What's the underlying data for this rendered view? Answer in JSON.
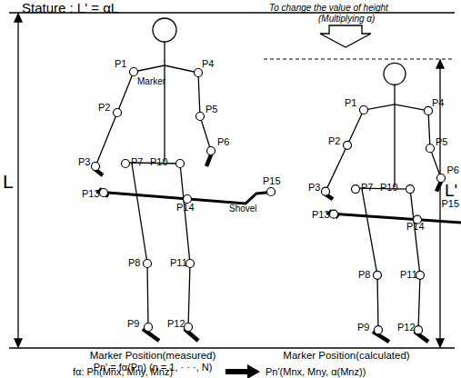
{
  "diagram": {
    "title": "Stature : L' = αL",
    "labels": [
      "To change the value of height",
      "(Multiplying α)",
      "L",
      "L'",
      "Marker",
      "Shovel",
      "P1",
      "P2",
      "P3",
      "P4",
      "P5",
      "P6",
      "P7",
      "P8",
      "P9",
      "P10",
      "P11",
      "P12",
      "P13",
      "P14",
      "P15",
      "P1",
      "P2",
      "P3",
      "P4",
      "P5",
      "P6",
      "P7",
      "P8",
      "P9",
      "P10",
      "P11",
      "P12",
      "P13",
      "P14",
      "P15",
      "Marker Position(measured)",
      "Marker Position(calculated)",
      "Pn' = fα(Pn) (n = 1, · · ·, N)",
      "fα: Pn(Mnx, Mny, Mnz)",
      "Pn'(Mnx, Mny, α(Mnz))"
    ]
  }
}
